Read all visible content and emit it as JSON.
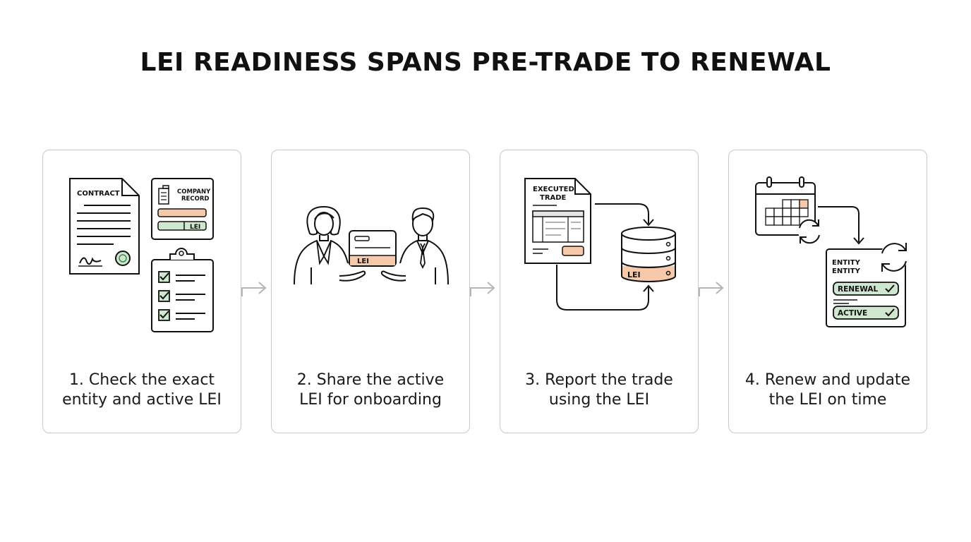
{
  "title": "LEI READINESS SPANS PRE-TRADE TO RENEWAL",
  "steps": [
    {
      "caption_line1": "1. Check the exact",
      "caption_line2": "entity and active LEI",
      "contract_label": "CONTRACT",
      "company_line1": "COMPANY",
      "company_line2": "RECORD",
      "lei_tag": "LEI"
    },
    {
      "caption_line1": "2. Share the active",
      "caption_line2": "LEI for onboarding",
      "lei_tag": "LEI"
    },
    {
      "caption_line1": "3. Report the trade",
      "caption_line2": "using the LEI",
      "doc_line1": "EXECUTED",
      "doc_line2": "TRADE",
      "lei_tag": "LEI"
    },
    {
      "caption_line1": "4. Renew and update",
      "caption_line2": "the LEI on time",
      "entity_line1": "ENTITY",
      "entity_line2": "ENTITY",
      "renewal_label": "RENEWAL",
      "active_label": "ACTIVE"
    }
  ],
  "colors": {
    "green_fill": "#cfe6cf",
    "green_stroke": "#3f8a4f",
    "peach_fill": "#f5c9aa",
    "card_border": "#c9c9c9",
    "arrow": "#b5b5b5"
  }
}
